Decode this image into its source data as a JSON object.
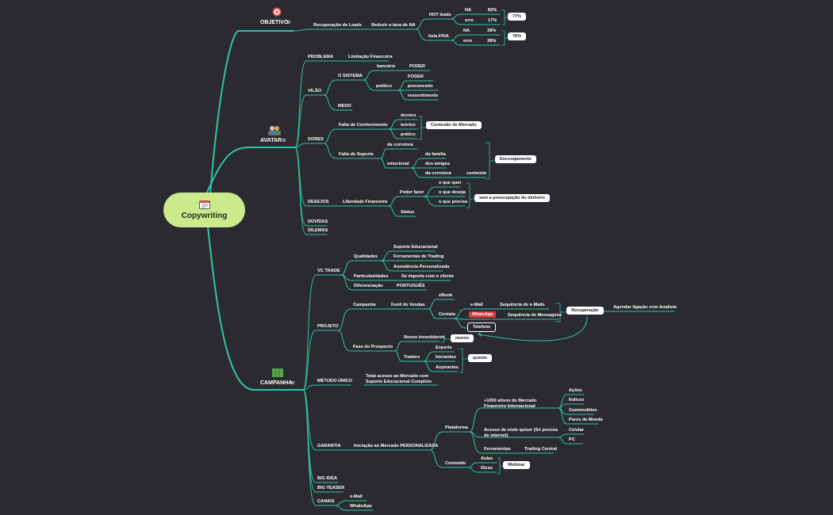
{
  "root": {
    "label": "Copywriting"
  },
  "sections": {
    "objetivo": "OBJETIVO",
    "avatar": "AVATAR",
    "campanha": "CAMPANHA"
  },
  "objetivo": {
    "recuperacao": "Recuperação de Leads",
    "reduzir": "Reduzir a taxa de NA",
    "hot": "HOT leads",
    "fria": "lista FRIA",
    "na": "NA",
    "erro_hot": "erro",
    "erro_fria": "erro",
    "hot_na_pct": "83%",
    "hot_erro_pct": "17%",
    "fria_na_pct": "38%",
    "fria_erro_pct": "38%",
    "hot_total": "77%",
    "fria_total": "76%"
  },
  "avatar": {
    "problema": "PROBLEMA",
    "limitacao": "Limitação Financeira",
    "vilao": "VILÃO",
    "o_sistema": "O SISTEMA",
    "bancario": "bancário",
    "poder1": "PODER",
    "politico": "político",
    "poder2": "PODER",
    "preconceito": "preconceito",
    "ressentimento": "ressentimento",
    "medo": "MEDO",
    "dores": "DORES",
    "falta_conhecimento": "Falta de Conhecimento",
    "tecnico": "técnico",
    "teorico": "teórico",
    "pratico": "prático",
    "conteudo_mercado": "Conteúdo de Mercado",
    "falta_suporte": "Falta de Suporte",
    "da_corretora": "da corretora",
    "emocional": "emocional",
    "da_familia": "da família",
    "dos_amigos": "dos amigos",
    "da_corretora2": "da corretora",
    "conteudo": "conteúdo",
    "encorajamento": "Encorajamento",
    "desejos": "DESEJOS",
    "liberdade": "Liberdade Financeira",
    "poder_fazer": "Poder fazer",
    "o_que_quer": "o que quer",
    "o_que_deseja": "o que deseja",
    "o_que_precisa": "o que precisa",
    "sem_preocupacao": "sem a preocupação do dinheiro",
    "status": "Status",
    "duvidas": "DÚVIDAS",
    "dilemas": "DILEMAS"
  },
  "campanha": {
    "vc_trade": "VC TRADE",
    "qualidades": "Qualidades",
    "suporte_educacional": "Suporte Educacional",
    "ferramentas": "Ferramentas de Trading",
    "assistencia": "Assistência Personalizada",
    "particularidades": "Particularidades",
    "se_importa": "Se importa com o cliente",
    "diferenciacao": "Diferenciação",
    "portugues": "PORTUGUÊS",
    "projeto": "PROJETO",
    "campanha_node": "Campanha",
    "funil": "Funil de Vendas",
    "ebook": "eBook",
    "contato": "Contato",
    "email": "e-Mail",
    "seq_email": "Sequência de e-Mails",
    "whatsapp_tag": "WhatsApp",
    "seq_mensagens": "Sequência de Mensagens",
    "telefone": "Telefone",
    "recuperacao": "Recuperação",
    "agendar": "Agendar ligação com Analista",
    "fase_prospecto": "Fase do Prospecto",
    "novos_investidores": "Novos investidores",
    "morno": "morno",
    "traders": "Traders",
    "experts": "Experts",
    "iniciantes": "Iniciantes",
    "aspirantes": "Aspirantes",
    "quente": "quente",
    "metodo_unico": "MÉTODO ÚNICO",
    "metodo_desc": "Total acesso ao Mercado com Suporte Educacional Completo",
    "garantia": "GARANTIA",
    "iniciacao": "Iniciação ao Mercado PERSONALIZADA",
    "plataforma": "Plataforma",
    "ativos": "+1000 ativos do Mercado Financeiro Internacional",
    "acoes": "Ações",
    "indices": "Índices",
    "commodities": "Commodities",
    "pares_moeda": "Pares de Moeda",
    "acesso": "Acesso de onde quiser (Só precisa de internet)",
    "celular": "Celular",
    "pc": "PC",
    "ferramentas2": "Ferramentas",
    "trading_central": "Trading Central",
    "conteudo": "Conteúdo",
    "aulas": "Aulas",
    "dicas": "Dicas",
    "webinar": "Webinar",
    "big_idea": "BIG IDEA",
    "big_teaser": "BIG TEASER",
    "canais": "CANAIS",
    "canal_email": "e-Mail",
    "canal_whatsapp": "WhatsApp"
  },
  "colors": {
    "branch": "#2ec4a8",
    "root": "#cbea8c",
    "background": "#2b2a30",
    "tag": "#e03a3a"
  }
}
